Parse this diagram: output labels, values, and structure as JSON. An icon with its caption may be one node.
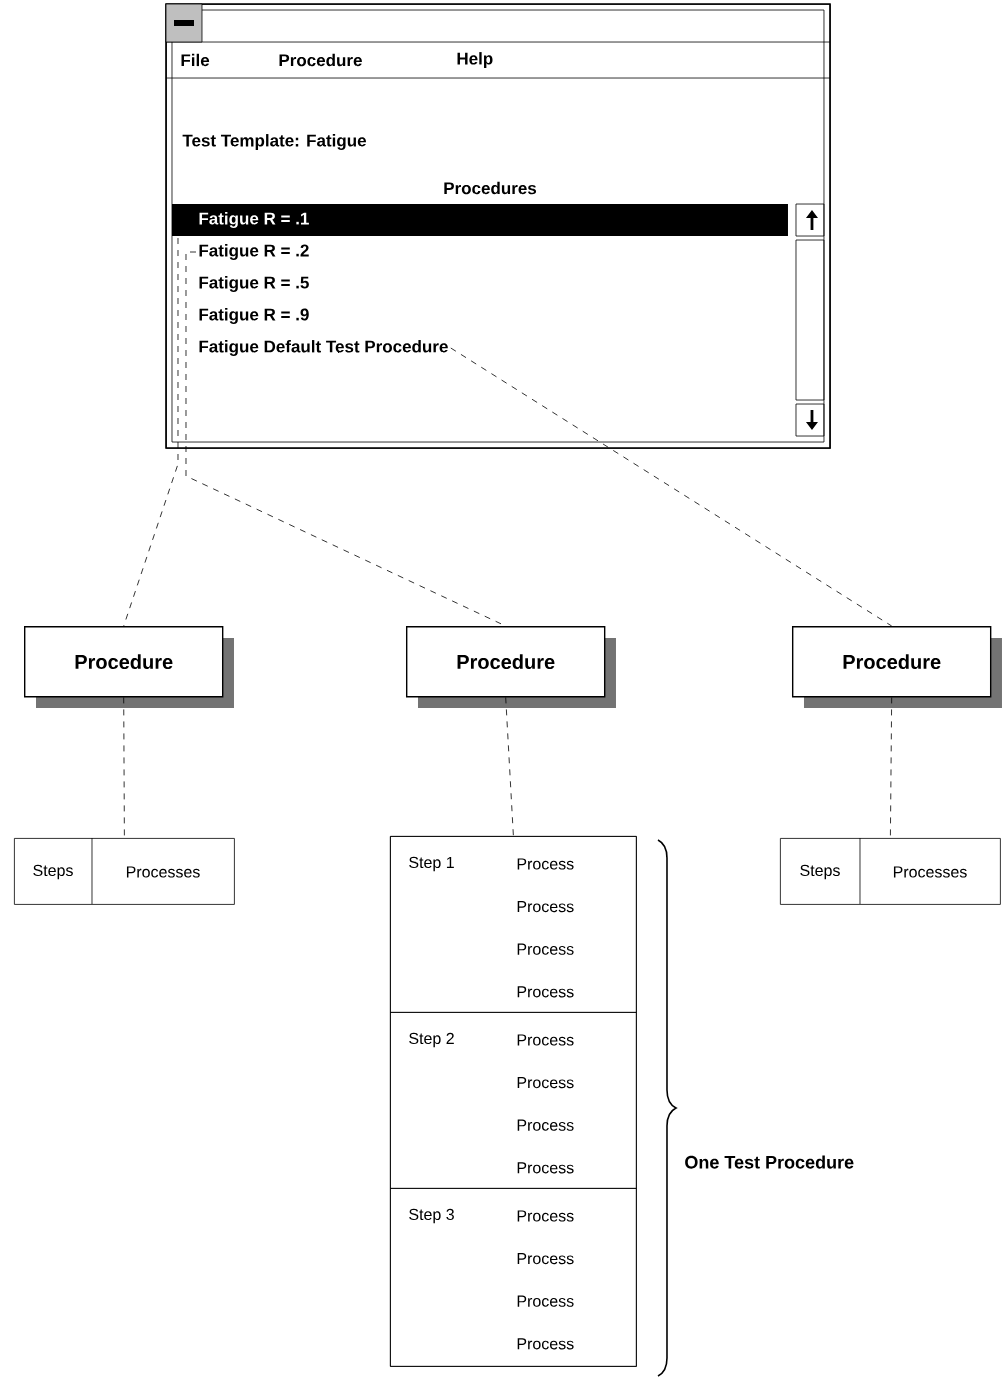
{
  "diagram": {
    "nodes": [
      {
        "text": [
          "Test Template: Fatigue",
          "Procedures"
        ]
      },
      {
        "text": [
          "Fatigue R = .1"
        ],
        "in": 0
      },
      {
        "text": [
          "Fatigue R = .2"
        ],
        "in": 0
      },
      {
        "text": [
          "Fatigue R = .5"
        ],
        "in": 0
      },
      {
        "text": [
          "Fatigue R = .9"
        ],
        "in": 0
      },
      {
        "text": [
          "Fatigue Default Test Procedure"
        ],
        "in": 0
      },
      {
        "text": [
          "Procedure"
        ]
      },
      {
        "text": [
          "Procedure"
        ]
      },
      {
        "text": [
          "Procedure"
        ]
      },
      {
        "text": [
          "Steps",
          "Processes"
        ]
      },
      {
        "text": [],
        "shape": "box"
      },
      {
        "text": [
          "Step 1",
          "Process",
          "Process",
          "Process",
          "Process"
        ],
        "in": 10
      },
      {
        "text": [
          "Step 2",
          "Process",
          "Process",
          "Process",
          "Process"
        ],
        "in": 10
      },
      {
        "text": [
          "Step 3",
          "Process",
          "Process",
          "Process",
          "Process"
        ],
        "in": 10
      },
      {
        "text": [
          "Steps",
          "Processes"
        ]
      }
    ],
    "edges": [
      {
        "from": 1,
        "to": 6,
        "arrow": "none",
        "style": "dashed"
      },
      {
        "from": 2,
        "to": 7,
        "arrow": "none",
        "style": "dashed"
      },
      {
        "from": 5,
        "to": 8,
        "arrow": "none",
        "style": "dashed"
      },
      {
        "from": 6,
        "to": 9,
        "arrow": "none",
        "style": "dashed"
      },
      {
        "from": 7,
        "to": 10,
        "arrow": "none",
        "style": "dashed"
      },
      {
        "from": 8,
        "to": 14,
        "arrow": "none",
        "style": "dashed"
      }
    ],
    "labels": [
      "File",
      "Procedure",
      "Help",
      "One Test Procedure"
    ]
  }
}
